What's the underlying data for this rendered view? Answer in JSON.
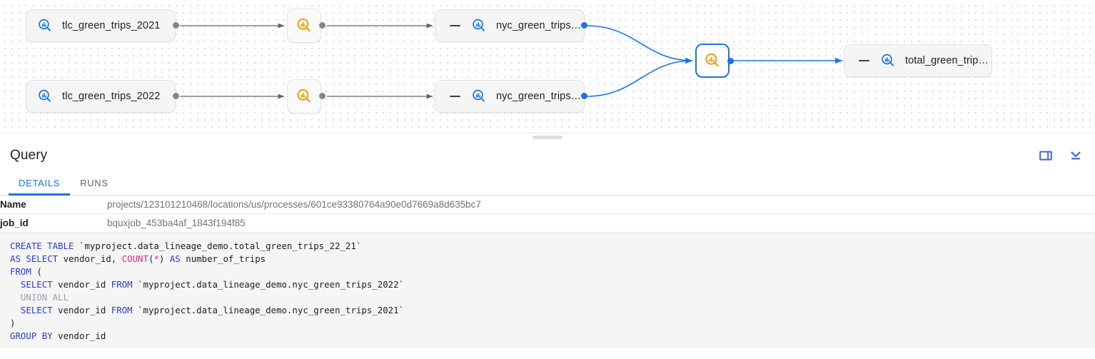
{
  "graph": {
    "nodes": [
      {
        "id": "tlc-2021",
        "type": "table",
        "label": "tlc_green_trips_2021",
        "icon": "table-search-icon",
        "collapsible": false,
        "selected": false
      },
      {
        "id": "tlc-2022",
        "type": "table",
        "label": "tlc_green_trips_2022",
        "icon": "table-search-icon",
        "collapsible": false,
        "selected": false
      },
      {
        "id": "proc-1",
        "type": "process",
        "label": "",
        "icon": "process-search-icon",
        "selected": false
      },
      {
        "id": "proc-2",
        "type": "process",
        "label": "",
        "icon": "process-search-icon",
        "selected": false
      },
      {
        "id": "nyc-2021",
        "type": "table",
        "label": "nyc_green_trips…",
        "icon": "table-search-icon",
        "collapsible": true,
        "selected": false
      },
      {
        "id": "nyc-2022",
        "type": "table",
        "label": "nyc_green_trips…",
        "icon": "table-search-icon",
        "collapsible": true,
        "selected": false
      },
      {
        "id": "proc-union",
        "type": "process",
        "label": "",
        "icon": "process-search-icon",
        "selected": true
      },
      {
        "id": "total",
        "type": "table",
        "label": "total_green_trip…",
        "icon": "table-search-icon",
        "collapsible": true,
        "selected": false
      }
    ],
    "colors": {
      "table_icon": "#1a73e8",
      "process_icon": "#f29900",
      "selected_border": "#1a73e8",
      "edge_gray": "#5f6368",
      "edge_blue": "#1a73e8",
      "grid_dot": "#dadce0"
    }
  },
  "panel": {
    "title": "Query",
    "actions": [
      {
        "name": "split-panel-icon",
        "label": "Split panel"
      },
      {
        "name": "collapse-panel-icon",
        "label": "Collapse panel"
      }
    ],
    "tabs": [
      {
        "label": "DETAILS",
        "active": true
      },
      {
        "label": "RUNS",
        "active": false
      }
    ],
    "details": [
      {
        "key": "Name",
        "value": "projects/123101210468/locations/us/processes/601ce93380764a90e0d7669a8d635bc7"
      },
      {
        "key": "job_id",
        "value": "bquxjob_453ba4af_1843f194f85"
      }
    ],
    "sql": {
      "lines": [
        [
          {
            "t": "CREATE TABLE ",
            "c": "kw"
          },
          {
            "t": "`myproject.data_lineage_demo.total_green_trips_22_21`",
            "c": "plain"
          }
        ],
        [
          {
            "t": "AS SELECT ",
            "c": "kw"
          },
          {
            "t": "vendor_id, ",
            "c": "plain"
          },
          {
            "t": "COUNT",
            "c": "fn"
          },
          {
            "t": "(",
            "c": "plain"
          },
          {
            "t": "*",
            "c": "op"
          },
          {
            "t": ") ",
            "c": "plain"
          },
          {
            "t": "AS ",
            "c": "kw"
          },
          {
            "t": "number_of_trips",
            "c": "plain"
          }
        ],
        [
          {
            "t": "FROM ",
            "c": "kw"
          },
          {
            "t": "(",
            "c": "plain"
          }
        ],
        [
          {
            "t": "  ",
            "c": "plain"
          },
          {
            "t": "SELECT ",
            "c": "kw"
          },
          {
            "t": "vendor_id ",
            "c": "plain"
          },
          {
            "t": "FROM ",
            "c": "kw"
          },
          {
            "t": "`myproject.data_lineage_demo.nyc_green_trips_2022`",
            "c": "plain"
          }
        ],
        [
          {
            "t": "  UNION ALL",
            "c": "dim"
          }
        ],
        [
          {
            "t": "  ",
            "c": "plain"
          },
          {
            "t": "SELECT ",
            "c": "kw"
          },
          {
            "t": "vendor_id ",
            "c": "plain"
          },
          {
            "t": "FROM ",
            "c": "kw"
          },
          {
            "t": "`myproject.data_lineage_demo.nyc_green_trips_2021`",
            "c": "plain"
          }
        ],
        [
          {
            "t": ")",
            "c": "plain"
          }
        ],
        [
          {
            "t": "GROUP BY ",
            "c": "kw"
          },
          {
            "t": "vendor_id",
            "c": "plain"
          }
        ]
      ]
    }
  }
}
